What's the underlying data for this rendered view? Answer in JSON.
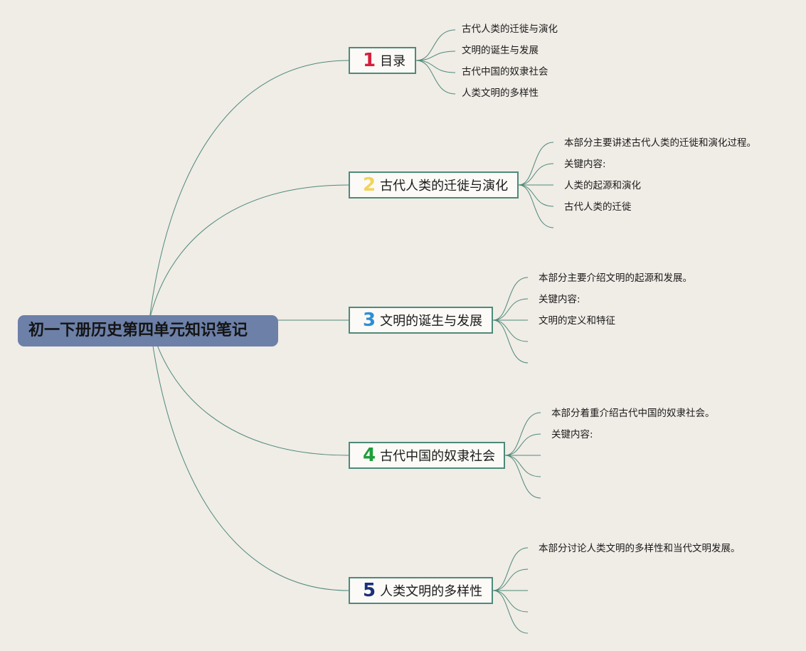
{
  "root": {
    "title": "初一下册历史第四单元知识笔记"
  },
  "branches": [
    {
      "number": "1",
      "number_color": "#d8203b",
      "label": "目录",
      "leaves": [
        "古代人类的迁徙与演化",
        "文明的诞生与发展",
        "古代中国的奴隶社会",
        "人类文明的多样性"
      ]
    },
    {
      "number": "2",
      "number_color": "#f2d45c",
      "label": "古代人类的迁徙与演化",
      "leaves": [
        "本部分主要讲述古代人类的迁徙和演化过程。",
        "关键内容:",
        "人类的起源和演化",
        "古代人类的迁徙",
        ""
      ]
    },
    {
      "number": "3",
      "number_color": "#2d8fd6",
      "label": "文明的诞生与发展",
      "leaves": [
        "本部分主要介绍文明的起源和发展。",
        "关键内容:",
        "文明的定义和特征",
        "",
        ""
      ]
    },
    {
      "number": "4",
      "number_color": "#1e9e3a",
      "label": "古代中国的奴隶社会",
      "leaves": [
        "本部分着重介绍古代中国的奴隶社会。",
        "关键内容:",
        "",
        "",
        ""
      ]
    },
    {
      "number": "5",
      "number_color": "#1c2f7a",
      "label": "人类文明的多样性",
      "leaves": [
        "本部分讨论人类文明的多样性和当代文明发展。",
        "",
        "",
        "",
        ""
      ]
    }
  ]
}
